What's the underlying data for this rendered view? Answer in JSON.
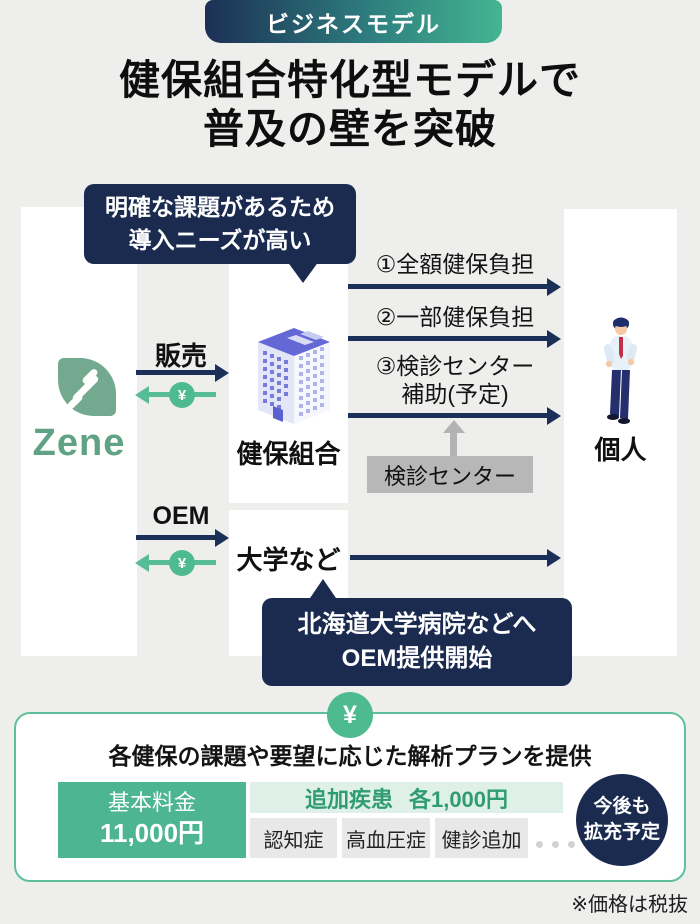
{
  "badge": {
    "label": "ビジネスモデル"
  },
  "title": {
    "line1": "健保組合特化型モデルで",
    "line2": "普及の壁を突破"
  },
  "symbols": {
    "yen": "¥"
  },
  "diagram": {
    "top_bubble": {
      "line1": "明確な課題があるため",
      "line2": "導入ニーズが高い"
    },
    "zene_brand": "Zene",
    "sale_label": "販売",
    "oem_label": "OEM",
    "kenpo_label": "健保組合",
    "university_label": "大学など",
    "individual_label": "個人",
    "checkup_center_label": "検診センター",
    "flow_arrows": [
      {
        "label": "①全額健保負担"
      },
      {
        "label": "②一部健保負担"
      },
      {
        "label": "③検診センター",
        "label2": "補助(予定)"
      }
    ],
    "bottom_bubble": {
      "line1": "北海道大学病院などへ",
      "line2": "OEM提供開始"
    }
  },
  "pricing": {
    "heading": "各健保の課題や要望に応じた解析プランを提供",
    "base_plan": {
      "label": "基本料金",
      "price": "11,000円"
    },
    "additional": {
      "label": "追加疾患",
      "price": "各1,000円"
    },
    "options": [
      "認知症",
      "高血圧症",
      "健診追加"
    ],
    "future_badge": {
      "line1": "今後も",
      "line2": "拡充予定"
    }
  },
  "footnote": "※価格は税抜",
  "colors": {
    "navy": "#1b2b50",
    "arrow_navy": "#1b3059",
    "teal_green": "#57bd97",
    "yen_chip_green": "#4eba90",
    "leaf_green": "#73a98e",
    "badge_gradient_start": "#1c2f55",
    "badge_gradient_end": "#44b591",
    "gray_box": "#b7b7b7",
    "panel_border": "#5ec09a",
    "base_plan_green": "#4db592",
    "additional_bg": "#def0e7",
    "additional_text": "#2f9c74"
  }
}
